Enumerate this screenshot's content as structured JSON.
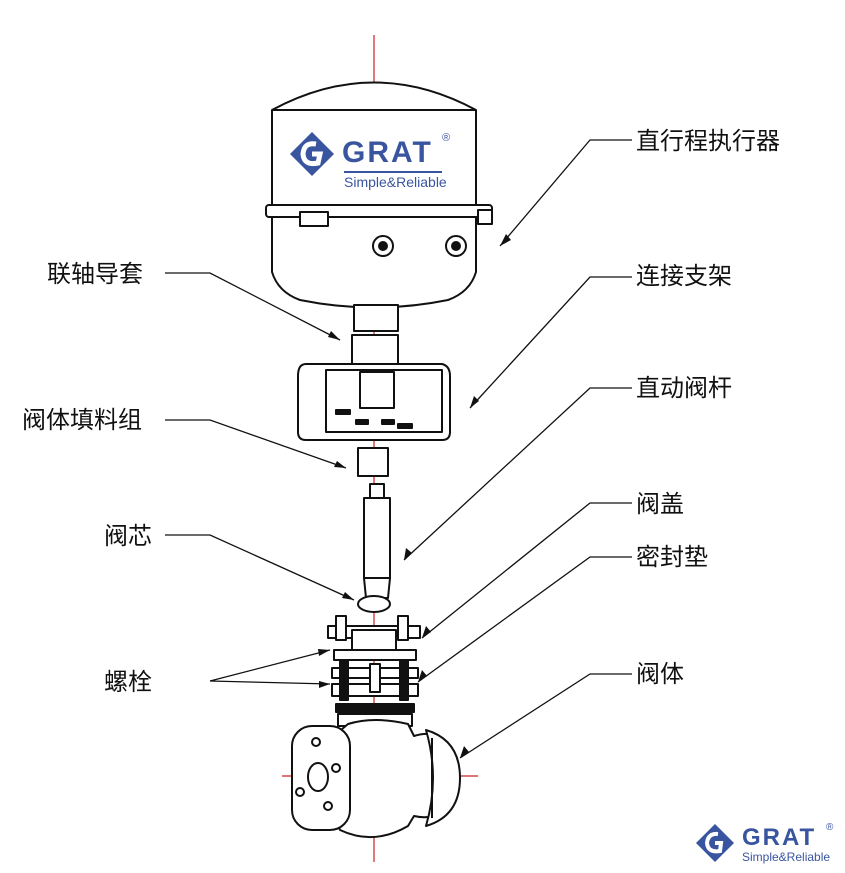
{
  "brand": {
    "name": "GRAT",
    "tagline": "Simple&Reliable",
    "registered": "®",
    "color": "#3a55a0"
  },
  "labels": {
    "actuator": "直行程执行器",
    "coupling_sleeve": "联轴导套",
    "bracket": "连接支架",
    "packing": "阀体填料组",
    "stem": "直动阀杆",
    "plug": "阀芯",
    "bonnet": "阀盖",
    "gasket": "密封垫",
    "bolts": "螺栓",
    "body": "阀体"
  },
  "colors": {
    "line": "#111111",
    "centerline": "#cc2222"
  }
}
